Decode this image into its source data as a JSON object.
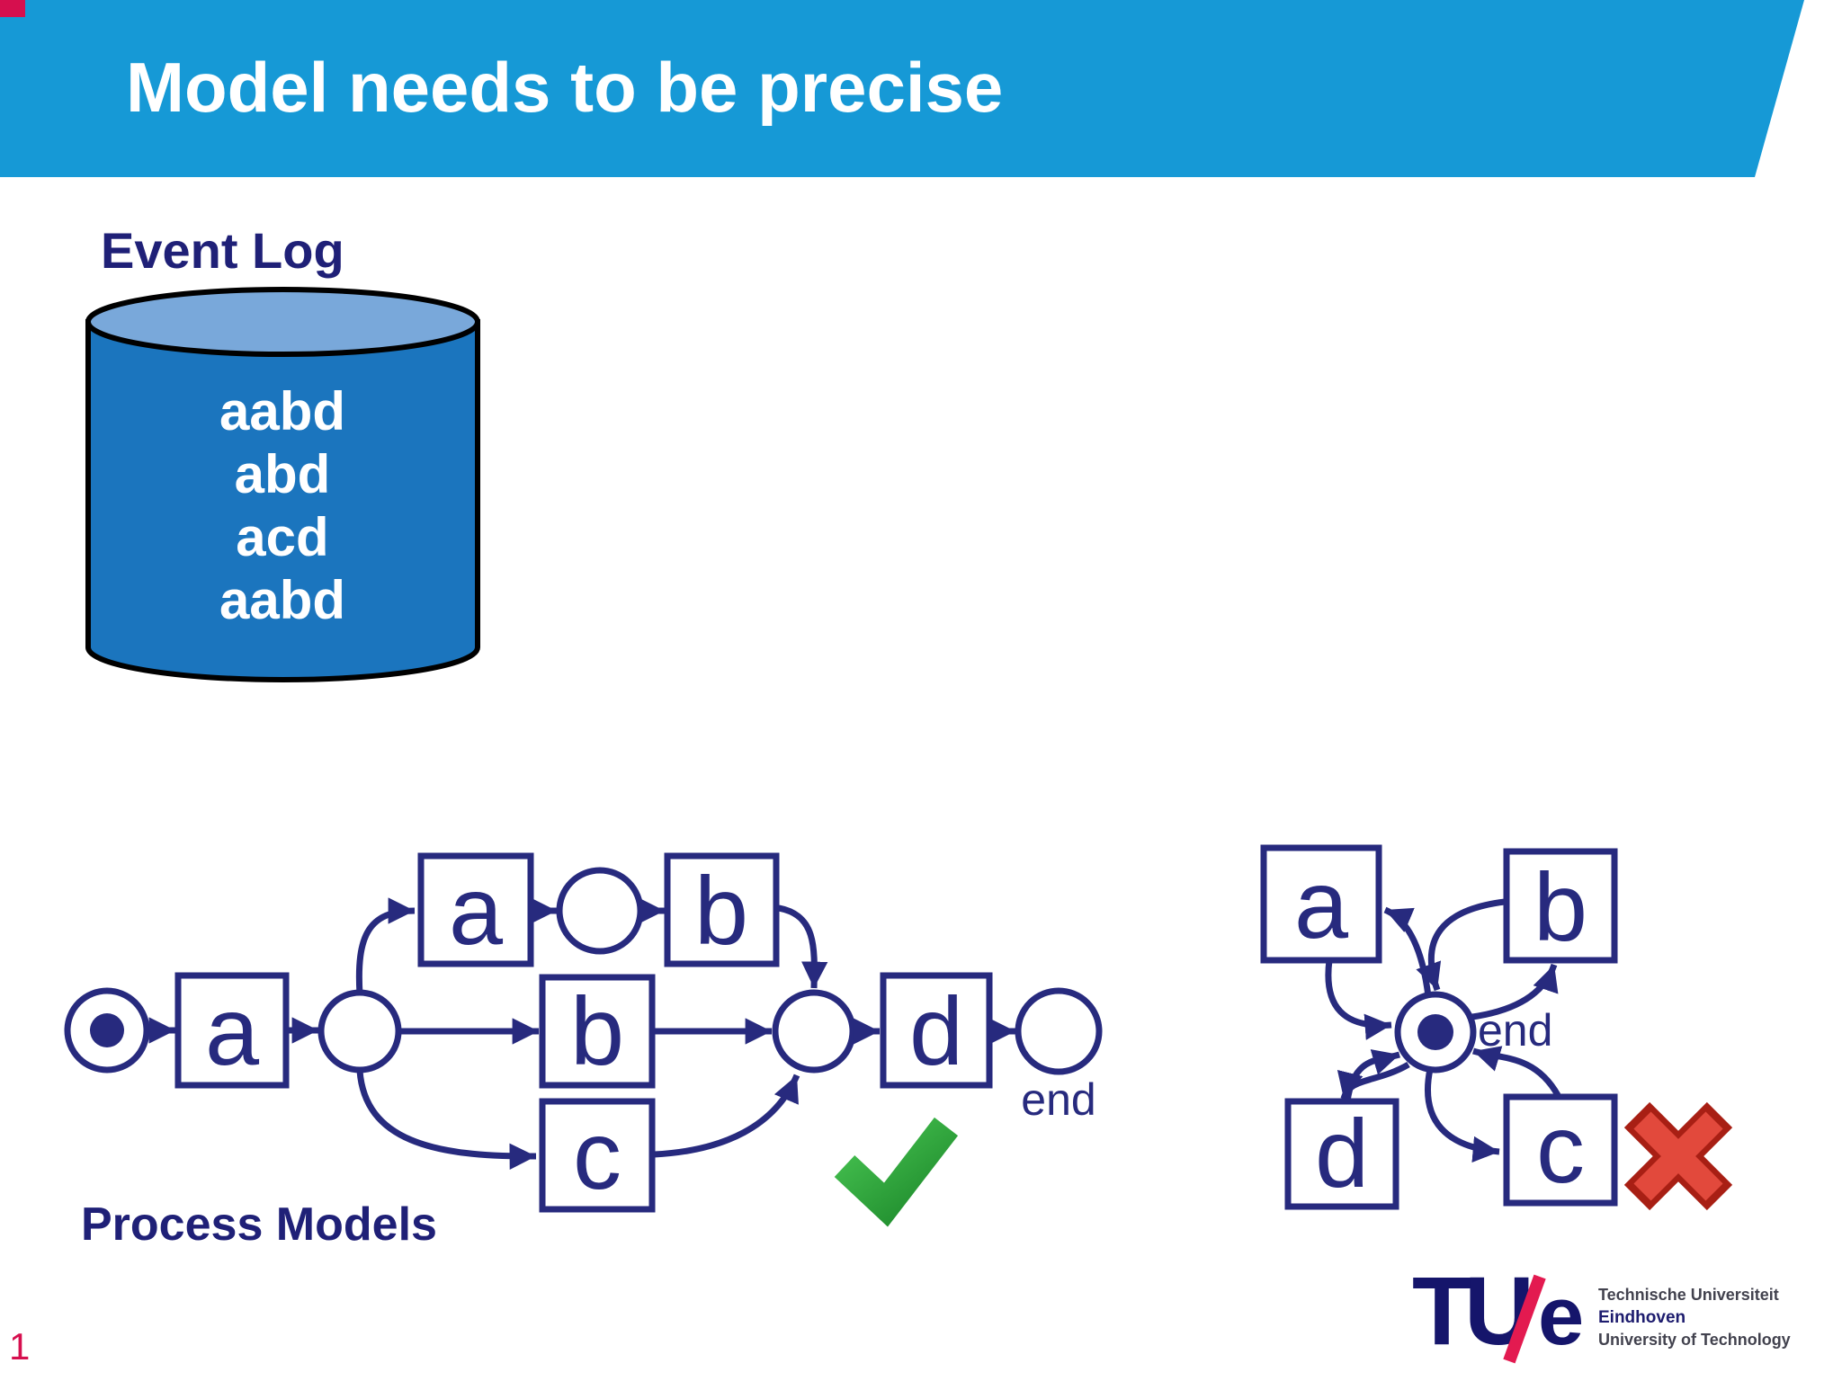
{
  "slide": {
    "title": "Model needs to be precise",
    "page_number": "1"
  },
  "event_log": {
    "heading": "Event Log",
    "traces": [
      "aabd",
      "abd",
      "acd",
      "aabd"
    ]
  },
  "process_models_heading": "Process Models",
  "left_model": {
    "transitions": {
      "a1": "a",
      "a2": "a",
      "b1": "b",
      "b2": "b",
      "c": "c",
      "d": "d"
    },
    "end_label": "end",
    "verdict": "correct"
  },
  "right_model": {
    "transitions": {
      "a": "a",
      "b": "b",
      "c": "c",
      "d": "d"
    },
    "end_label": "end",
    "verdict": "incorrect"
  },
  "logo": {
    "tu": "TU",
    "e": "e",
    "line1": "Technische Universiteit",
    "line2": "Eindhoven",
    "line3": "University of Technology"
  },
  "colors": {
    "header_blue": "#1699D6",
    "diagram_navy": "#272A7E",
    "text_navy": "#1F2077",
    "cylinder_body": "#1B75BE",
    "cylinder_top": "#79A8DA",
    "check_green": "#2EA23C",
    "cross_red": "#DD3A2A",
    "accent_red": "#D60F4E"
  }
}
